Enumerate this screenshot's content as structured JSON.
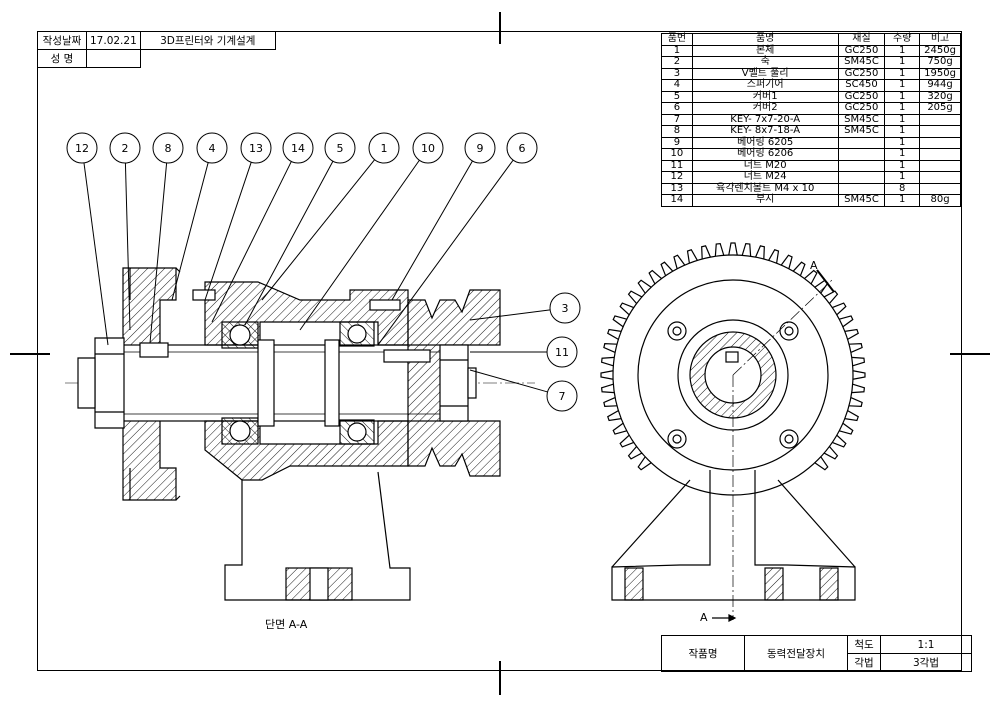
{
  "header": {
    "date_label": "작성날짜",
    "date_value": "17.02.21",
    "course": "3D프린터와 기계설계",
    "name_label": "성 명",
    "name_value": ""
  },
  "parts_table": {
    "headers": [
      "품번",
      "품명",
      "재질",
      "수량",
      "비고"
    ],
    "rows": [
      [
        "1",
        "본체",
        "GC250",
        "1",
        "2450g"
      ],
      [
        "2",
        "축",
        "SM45C",
        "1",
        "750g"
      ],
      [
        "3",
        "V벨트 풀리",
        "GC250",
        "1",
        "1950g"
      ],
      [
        "4",
        "스퍼기어",
        "SC450",
        "1",
        "944g"
      ],
      [
        "5",
        "커버1",
        "GC250",
        "1",
        "320g"
      ],
      [
        "6",
        "커버2",
        "GC250",
        "1",
        "205g"
      ],
      [
        "7",
        "KEY- 7x7-20-A",
        "SM45C",
        "1",
        ""
      ],
      [
        "8",
        "KEY- 8x7-18-A",
        "SM45C",
        "1",
        ""
      ],
      [
        "9",
        "베어링 6205",
        "",
        "1",
        ""
      ],
      [
        "10",
        "베어링 6206",
        "",
        "1",
        ""
      ],
      [
        "11",
        "너트 M20",
        "",
        "1",
        ""
      ],
      [
        "12",
        "너트 M24",
        "",
        "1",
        ""
      ],
      [
        "13",
        "육각렌치볼트 M4 x 10",
        "",
        "8",
        ""
      ],
      [
        "14",
        "부시",
        "SM45C",
        "1",
        "80g"
      ]
    ]
  },
  "balloons": [
    "12",
    "2",
    "8",
    "4",
    "13",
    "14",
    "5",
    "1",
    "10",
    "9",
    "6",
    "3",
    "11",
    "7"
  ],
  "section_label": "단면 A-A",
  "section_marker": "A",
  "title_block": {
    "product_label": "작품명",
    "product_name": "동력전달장치",
    "scale_label": "척도",
    "scale_value": "1:1",
    "projection_label": "각법",
    "projection_value": "3각법"
  }
}
